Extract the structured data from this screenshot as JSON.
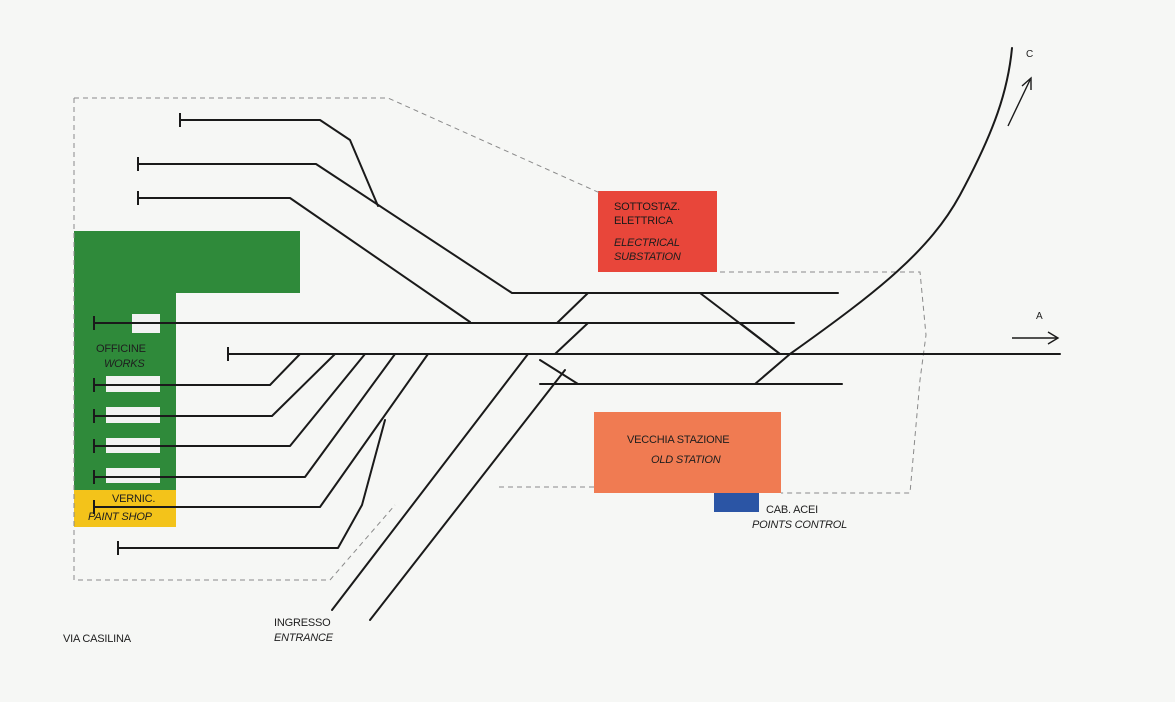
{
  "labels": {
    "substation_it": "SOTTOSTAZ. ELETTRICA",
    "substation_en": "ELECTRICAL SUBSTATION",
    "old_station_it": "VECCHIA STAZIONE",
    "old_station_en": "OLD STATION",
    "works_it": "OFFICINE",
    "works_en": "WORKS",
    "paint_it": "VERNIC.",
    "paint_en": "PAINT SHOP",
    "points_it": "CAB. ACEI",
    "points_en": "POINTS CONTROL",
    "entrance_it": "INGRESSO",
    "entrance_en": "ENTRANCE",
    "street": "VIA CASILINA",
    "dir_a": "A",
    "dir_c": "C"
  },
  "colors": {
    "works": "#2f8a3a",
    "paint_shop": "#f3c31a",
    "substation": "#e8463a",
    "old_station": "#f07b52",
    "points_control": "#2b55a5",
    "track": "#1a1a1a",
    "boundary": "#8a8a8a"
  },
  "icons": {
    "track_stop": "buffer-stop-icon",
    "direction": "arrow-right-icon"
  }
}
